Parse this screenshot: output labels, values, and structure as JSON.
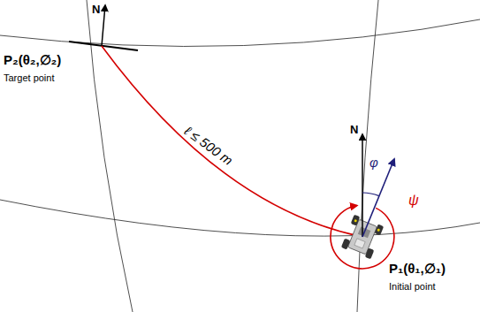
{
  "diagram": {
    "labels": [
      "N",
      "P₂(θ₂,∅₂)",
      "Target point",
      "ℓ ≤ 500 m",
      "N",
      "φ",
      "ψ",
      "P₁(θ₁,∅₁)",
      "Initial point"
    ]
  }
}
